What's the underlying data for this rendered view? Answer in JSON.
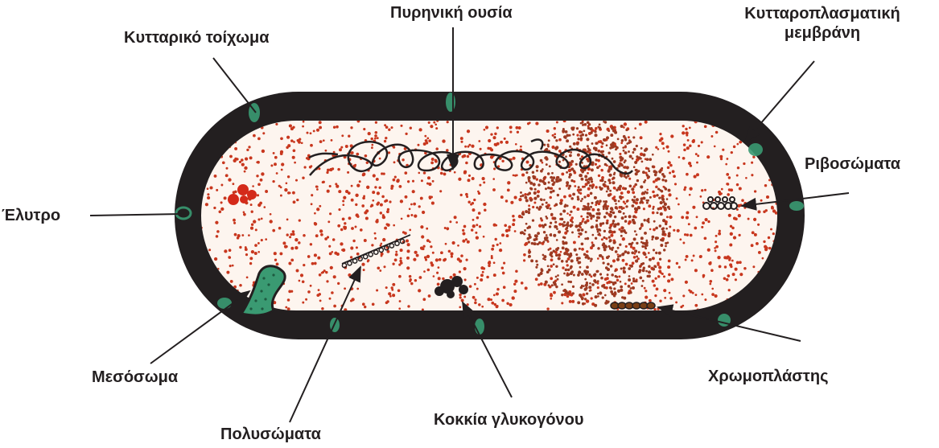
{
  "labels": {
    "nuclear": "Πυρηνική ουσία",
    "cell_wall": "Κυτταρικό τοίχωμα",
    "membrane_line1": "Κυτταροπλασματική",
    "membrane_line2": "μεμβράνη",
    "ribosomes": "Ριβοσώματα",
    "capsule": "Έλυτρο",
    "mesosome": "Μεσόσωμα",
    "chromoplast": "Χρωμοπλάστης",
    "glycogen": "Κοκκία γλυκογόνου",
    "polysomes": "Πολυσώματα"
  },
  "colors": {
    "wall": "#231f20",
    "cytoplasm": "#fdf5ef",
    "dots": "#c8371e",
    "dense_dots": "#9c3a22",
    "green": "#3a9a72",
    "arrow": "#231f20"
  }
}
